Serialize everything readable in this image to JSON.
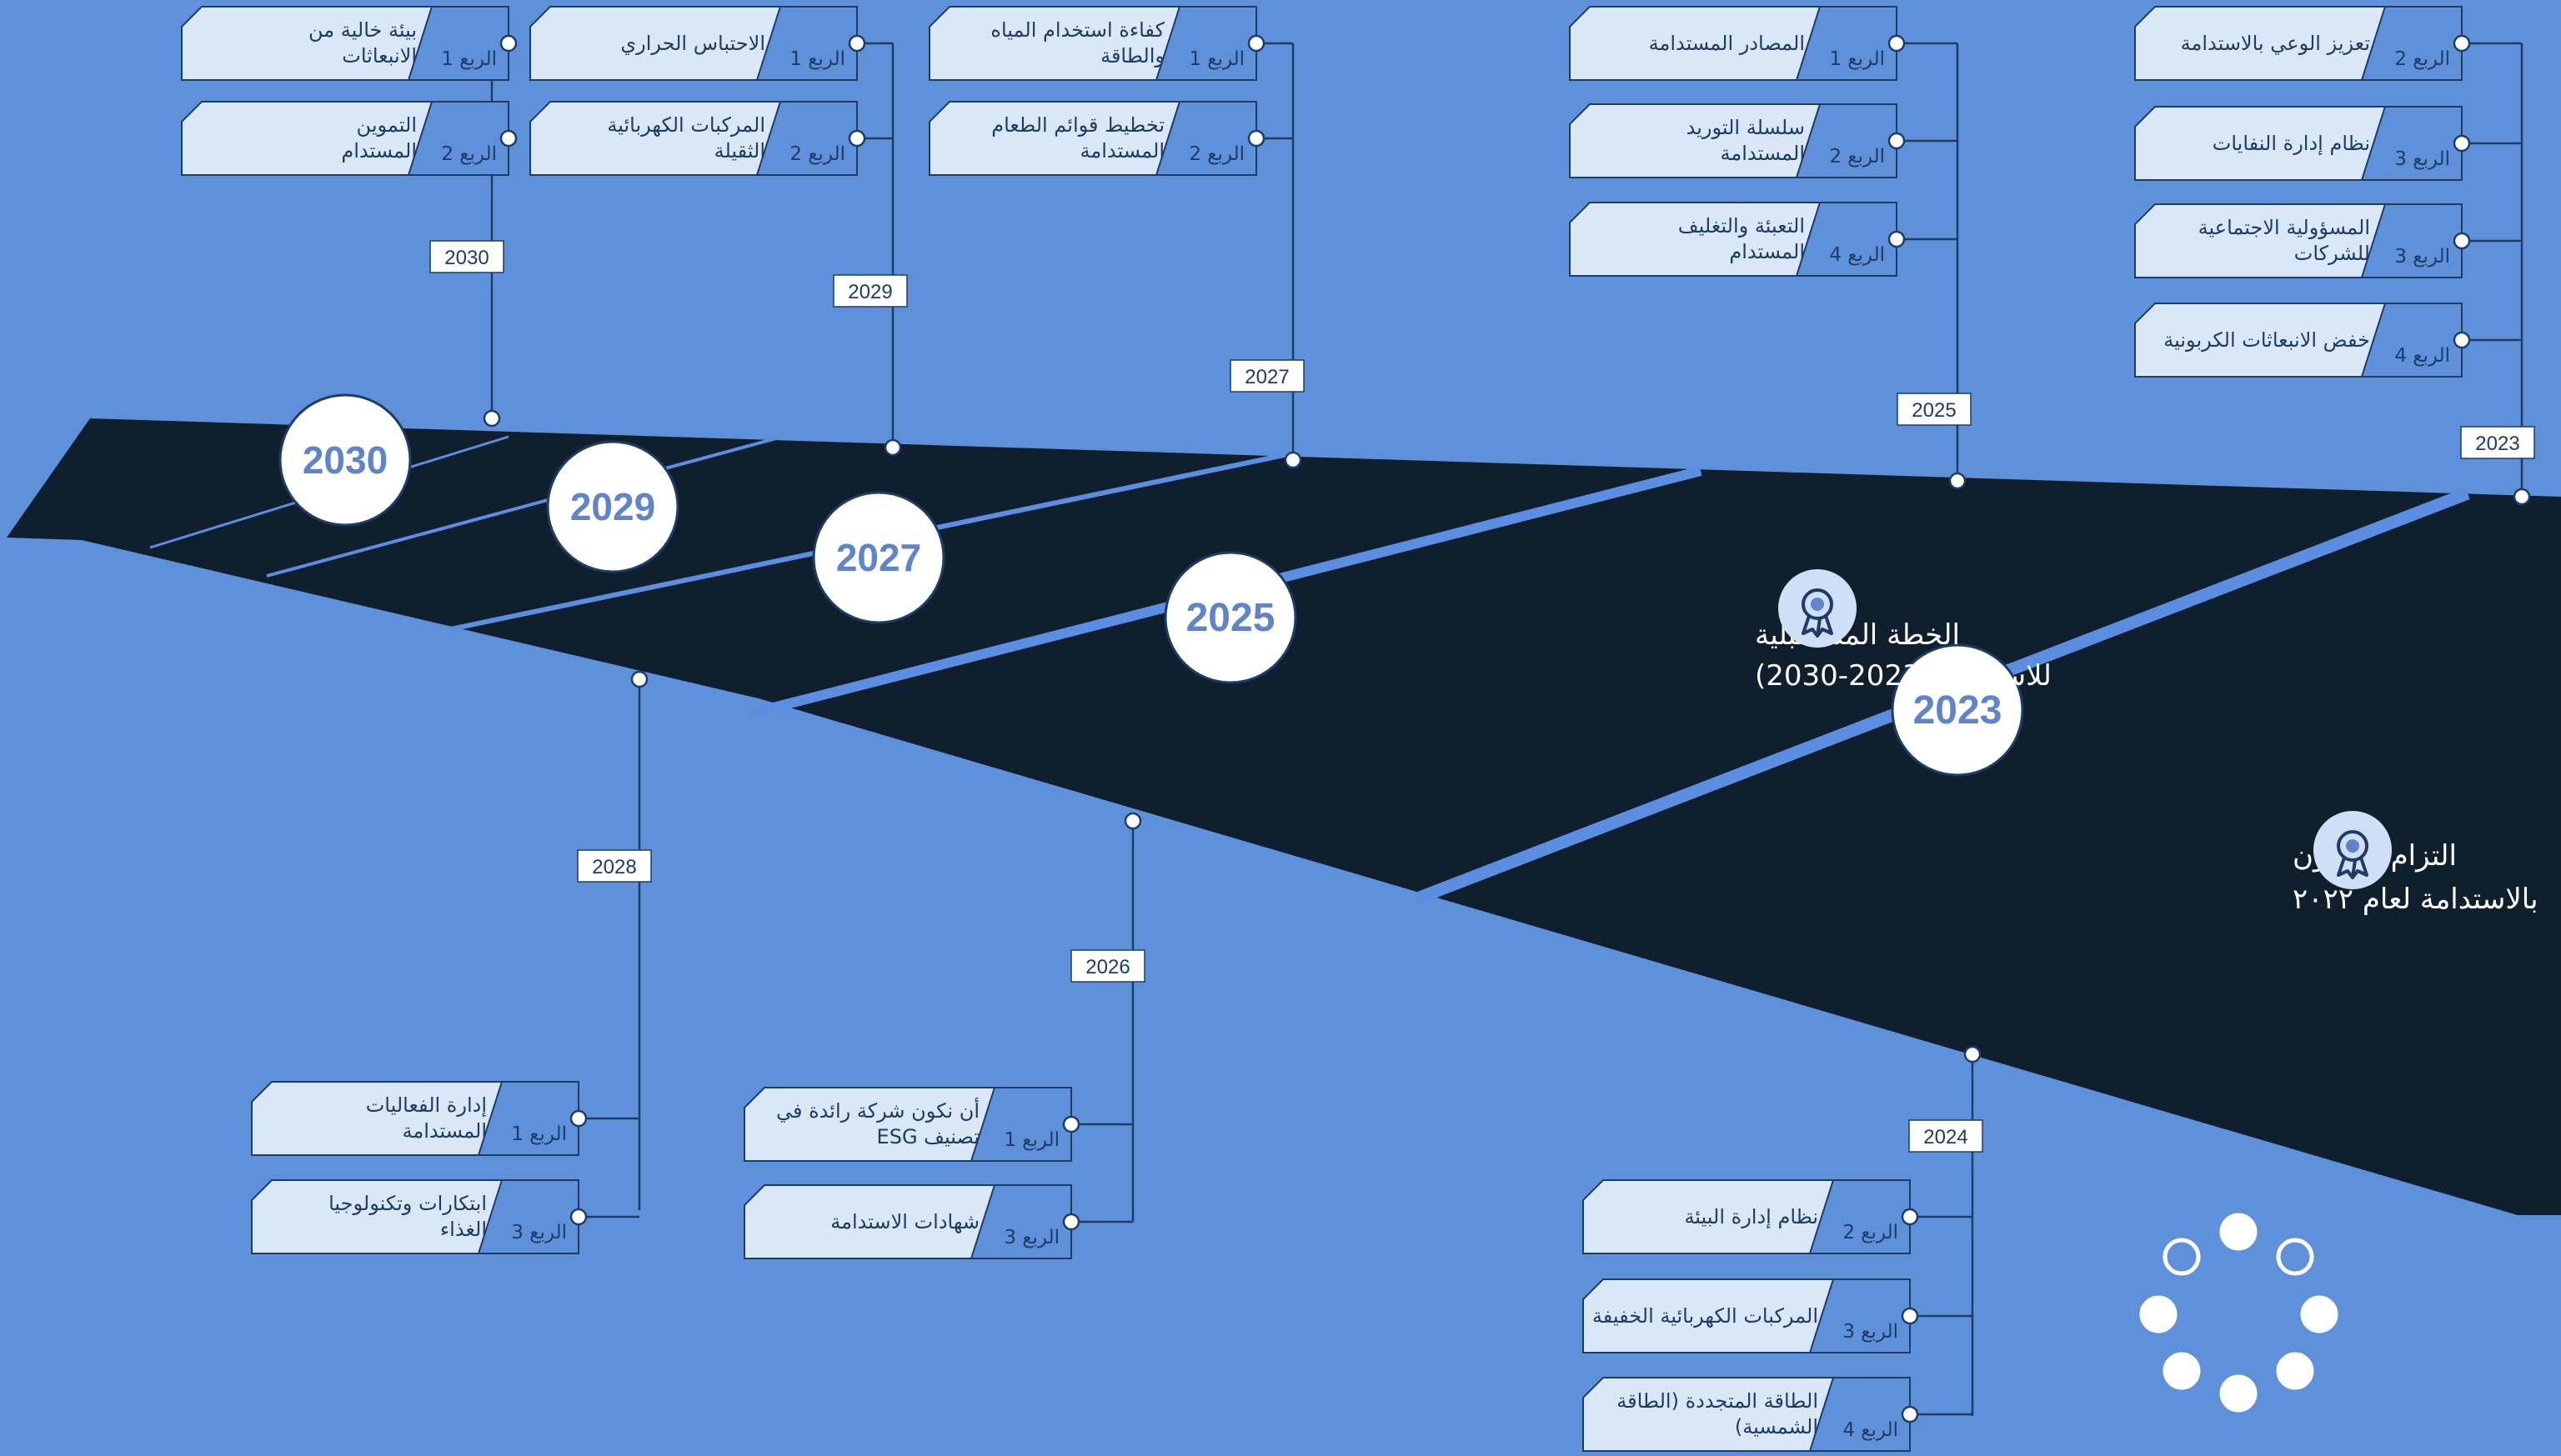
{
  "title": {
    "line1": "الخطة المستقبلية",
    "line2": "للاستدامة (2023-2030)"
  },
  "commitment": {
    "line1": "التزام كاتريون",
    "line2": "بالاستدامة لعام ٢٠٢٢"
  },
  "road_years": [
    "2023",
    "2025",
    "2027",
    "2029",
    "2030"
  ],
  "groups": [
    {
      "year": "2030",
      "items": [
        {
          "q": "الربع 1",
          "lines": [
            "بيئة خالية من",
            "الانبعاثات"
          ]
        },
        {
          "q": "الربع 2",
          "lines": [
            "التموين",
            "المستدام"
          ]
        }
      ]
    },
    {
      "year": "2029",
      "items": [
        {
          "q": "الربع 1",
          "lines": [
            "الاحتباس الحراري"
          ]
        },
        {
          "q": "الربع 2",
          "lines": [
            "المركبات الكهربائية",
            "الثقيلة"
          ]
        }
      ]
    },
    {
      "year": "2027",
      "items": [
        {
          "q": "الربع 1",
          "lines": [
            "كفاءة استخدام المياه",
            "والطاقة"
          ]
        },
        {
          "q": "الربع 2",
          "lines": [
            "تخطيط قوائم الطعام",
            "المستدامة"
          ]
        }
      ]
    },
    {
      "year": "2025",
      "items": [
        {
          "q": "الربع 1",
          "lines": [
            "المصادر المستدامة"
          ]
        },
        {
          "q": "الربع 2",
          "lines": [
            "سلسلة التوريد",
            "المستدامة"
          ]
        },
        {
          "q": "الربع 4",
          "lines": [
            "التعبئة والتغليف",
            "المستدام"
          ]
        }
      ]
    },
    {
      "year": "2023",
      "items": [
        {
          "q": "الربع 2",
          "lines": [
            "تعزيز الوعي بالاستدامة"
          ]
        },
        {
          "q": "الربع 3",
          "lines": [
            "نظام إدارة النفايات"
          ]
        },
        {
          "q": "الربع 3",
          "lines": [
            "المسؤولية الاجتماعية",
            "للشركات"
          ]
        },
        {
          "q": "الربع 4",
          "lines": [
            "خفض الانبعاثات الكربونية"
          ]
        }
      ]
    },
    {
      "year": "2028",
      "items": [
        {
          "q": "الربع 1",
          "lines": [
            "إدارة الفعاليات",
            "المستدامة"
          ]
        },
        {
          "q": "الربع 3",
          "lines": [
            "ابتكارات وتكنولوجيا",
            "الغذاء"
          ]
        }
      ]
    },
    {
      "year": "2026",
      "items": [
        {
          "q": "الربع 1",
          "lines": [
            "أن نكون شركة رائدة في",
            "تصنيف ESG"
          ]
        },
        {
          "q": "الربع 3",
          "lines": [
            "شهادات الاستدامة"
          ]
        }
      ]
    },
    {
      "year": "2024",
      "items": [
        {
          "q": "الربع 2",
          "lines": [
            "نظام إدارة البيئة"
          ]
        },
        {
          "q": "الربع 3",
          "lines": [
            "المركبات الكهربائية الخفيفة"
          ]
        },
        {
          "q": "الربع 4",
          "lines": [
            "الطاقة المتجددة (الطاقة",
            "الشمسية)"
          ]
        }
      ]
    }
  ],
  "colors": {
    "background": "#5f90da",
    "road": "#0f1f2e",
    "road_stripe": "#5b8de0",
    "card_fill": "#dae7f7",
    "card_stroke": "#1e3c66",
    "year_text": "#5f85c8"
  },
  "icons": [
    "ribbon-award-icon",
    "loading-spinner-icon"
  ]
}
